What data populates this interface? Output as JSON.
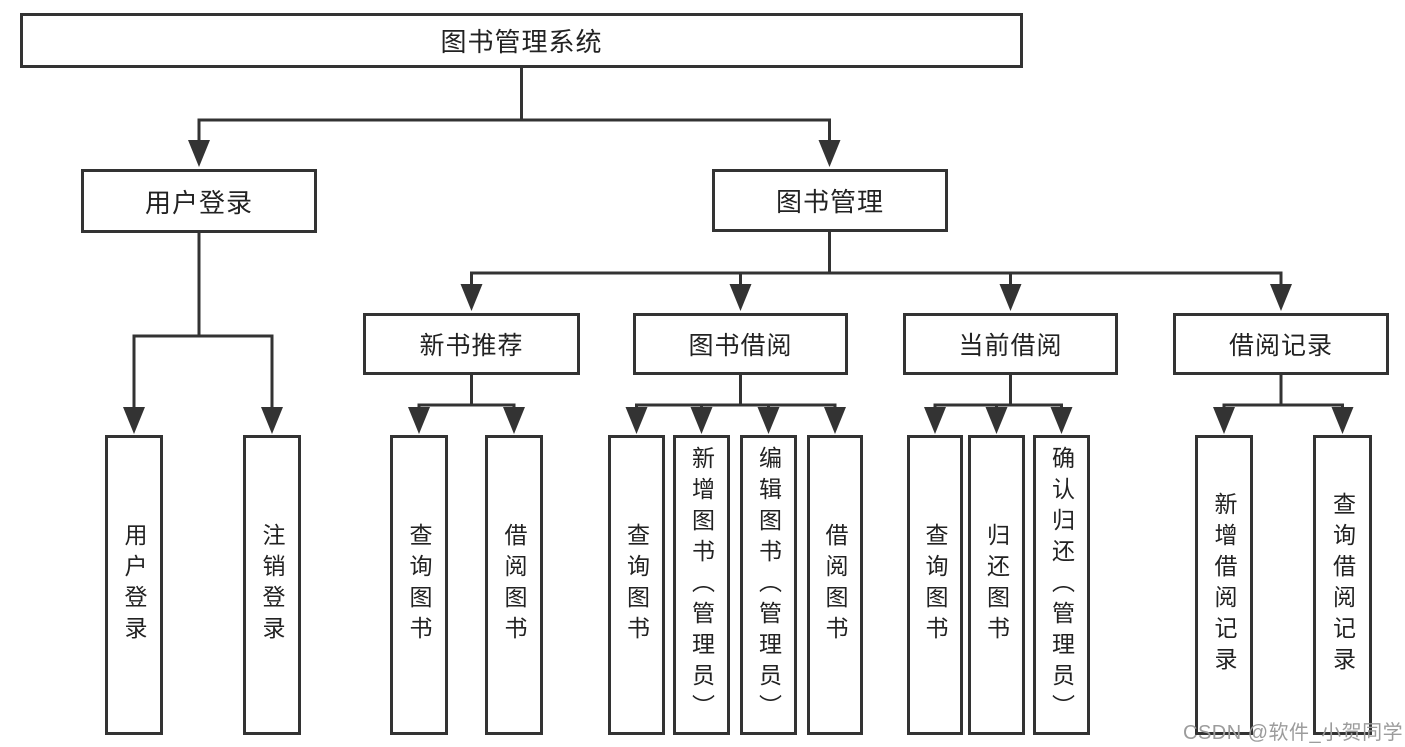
{
  "diagram": {
    "root": {
      "label": "图书管理系统"
    },
    "login": {
      "label": "用户登录",
      "children": [
        {
          "label": "用户登录"
        },
        {
          "label": "注销登录"
        }
      ]
    },
    "management": {
      "label": "图书管理",
      "sections": [
        {
          "label": "新书推荐",
          "children": [
            {
              "label": "查询图书"
            },
            {
              "label": "借阅图书"
            }
          ]
        },
        {
          "label": "图书借阅",
          "children": [
            {
              "label": "查询图书"
            },
            {
              "label": "新增图书（管理员）"
            },
            {
              "label": "编辑图书（管理员）"
            },
            {
              "label": "借阅图书"
            }
          ]
        },
        {
          "label": "当前借阅",
          "children": [
            {
              "label": "查询图书"
            },
            {
              "label": "归还图书"
            },
            {
              "label": "确认归还（管理员）"
            }
          ]
        },
        {
          "label": "借阅记录",
          "children": [
            {
              "label": "新增借阅记录"
            },
            {
              "label": "查询借阅记录"
            }
          ]
        }
      ]
    }
  },
  "watermark": {
    "text": "CSDN @软件_小贺同学"
  },
  "colors": {
    "line": "#333333",
    "text": "#222222",
    "watermark": "#9c9c9c",
    "background": "#ffffff"
  }
}
